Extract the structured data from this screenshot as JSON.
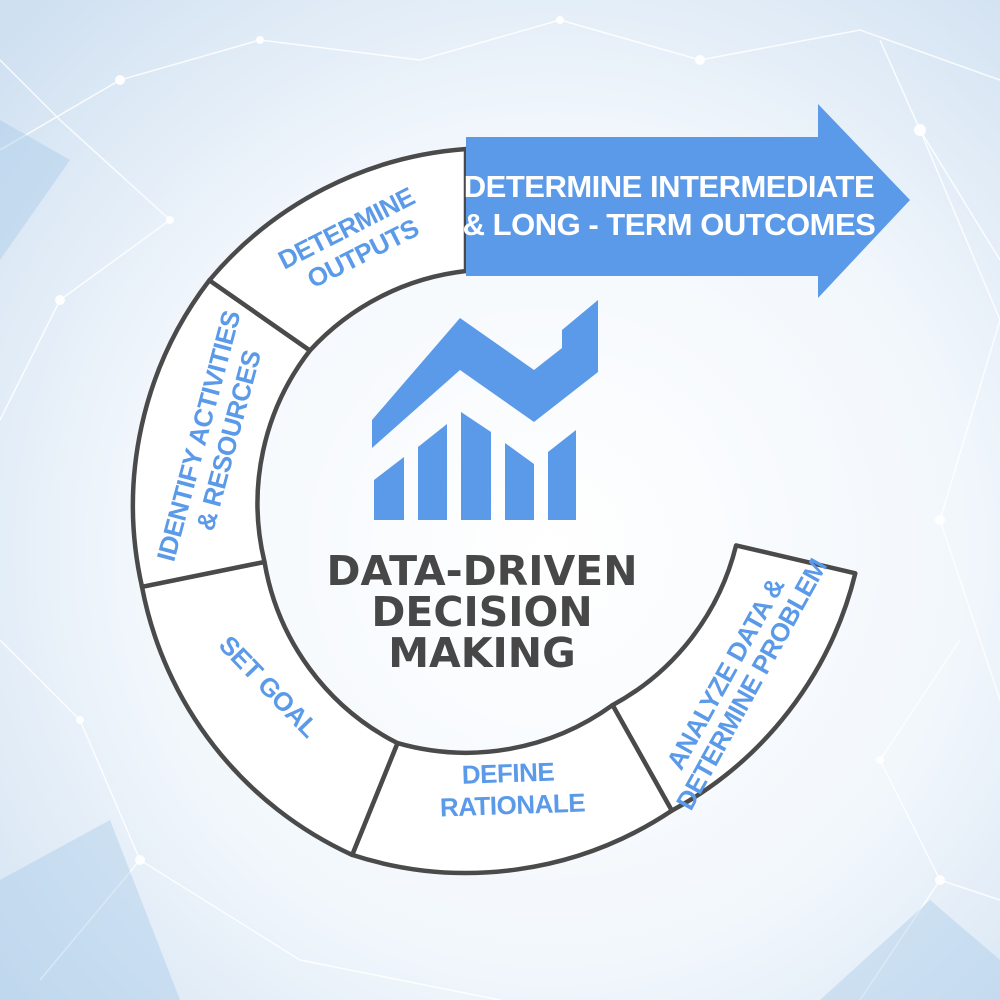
{
  "colors": {
    "accent": "#5b9ae8",
    "ring_stroke": "#4a4a4a",
    "title_text": "#474747",
    "background": "#e9f1f9",
    "arrow_text": "#ffffff"
  },
  "arrow": {
    "line1": "DETERMINE INTERMEDIATE",
    "line2": "& LONG - TERM OUTCOMES"
  },
  "segments": [
    {
      "id": "analyze",
      "line1": "ANALYZE DATA &",
      "line2": "DETERMINE PROBLEM"
    },
    {
      "id": "rationale",
      "line1": "DEFINE",
      "line2": "RATIONALE"
    },
    {
      "id": "goal",
      "line1": "SET GOAL",
      "line2": ""
    },
    {
      "id": "activities",
      "line1": "IDENTIFY ACTIVITIES",
      "line2": "& RESOURCES"
    },
    {
      "id": "outputs",
      "line1": "DETERMINE",
      "line2": "OUTPUTS"
    }
  ],
  "center": {
    "line1": "DATA-DRIVEN",
    "line2": "DECISION",
    "line3": "MAKING",
    "icon": "bar-chart-trend-icon"
  }
}
